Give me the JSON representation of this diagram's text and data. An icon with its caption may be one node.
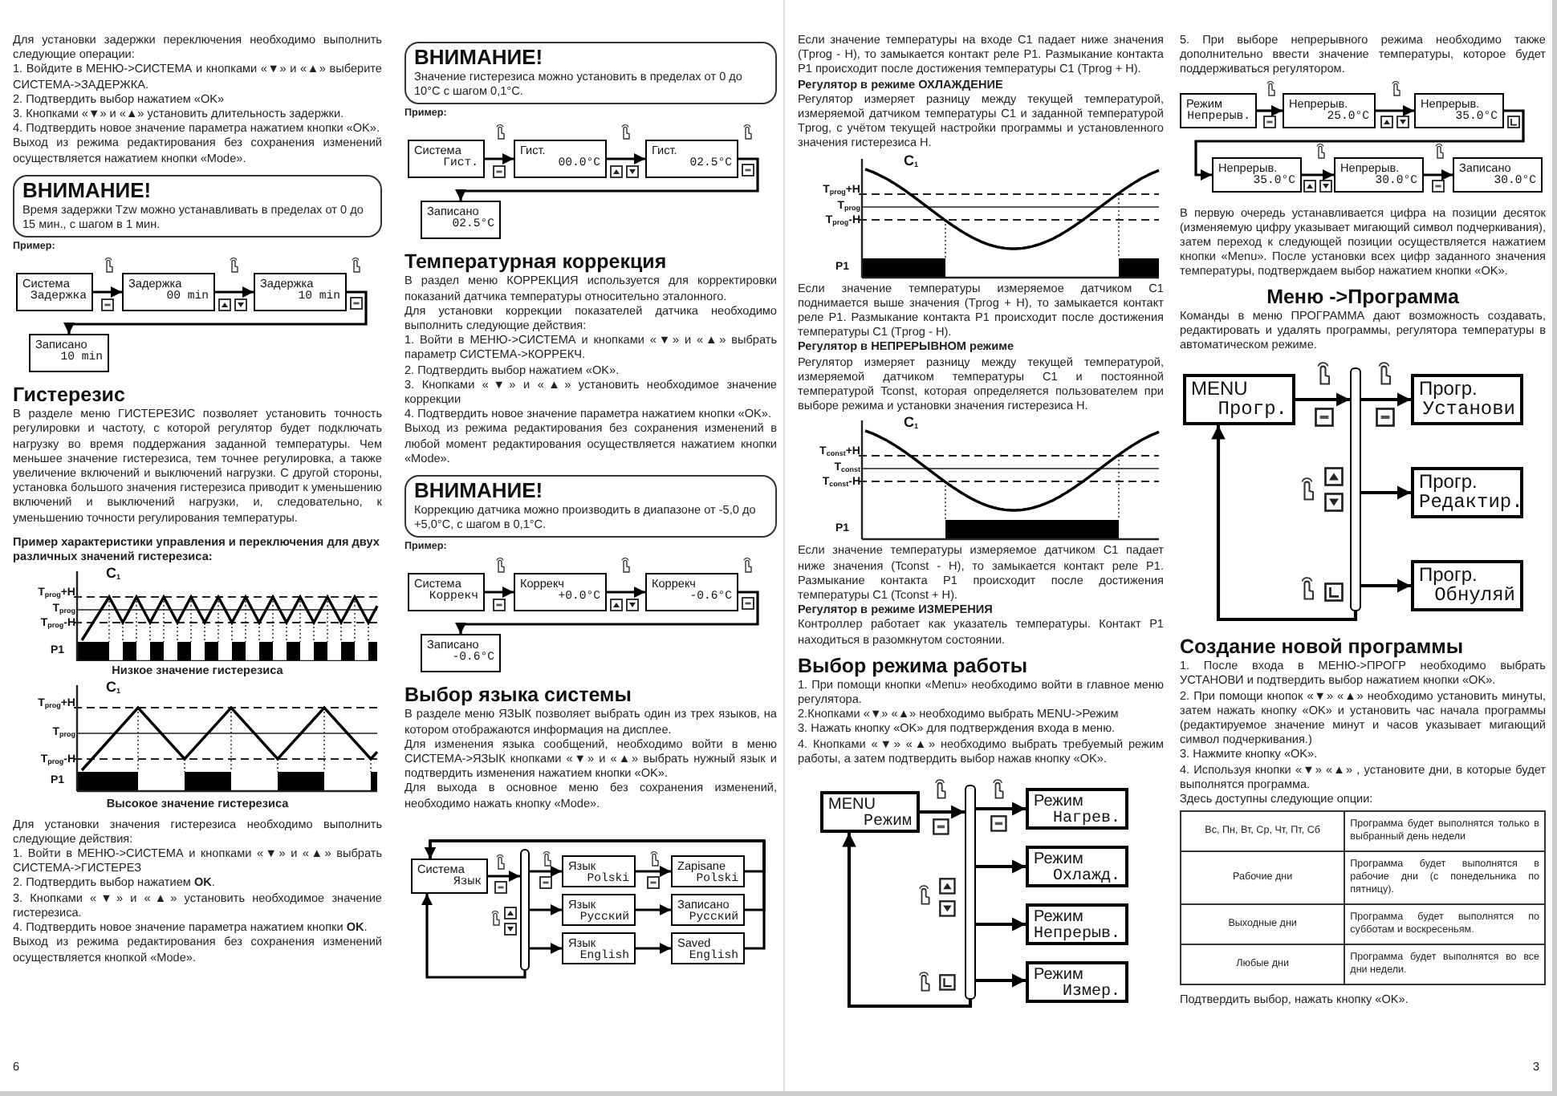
{
  "diagram": {
    "nodes": [
      {
        "text": [
          "ВНИМАНИЕ!",
          "Время задержки Tzw можно устанавливать в пределах от 0 до 15 мин., с шагом в 1 мин."
        ]
      },
      {
        "text": [
          "Система",
          "Задержка"
        ]
      },
      {
        "text": [
          "Задержка",
          "00 min"
        ]
      },
      {
        "text": [
          "Задержка",
          "10 min"
        ]
      },
      {
        "text": [
          "Записано",
          "10 min"
        ]
      },
      {
        "text": [
          "ВНИМАНИЕ!",
          "Значение гистерезиса можно установить в пределах от 0 до 10°C с шагом 0,1°C."
        ]
      },
      {
        "text": [
          "Система",
          "Гист."
        ]
      },
      {
        "text": [
          "Гист.",
          "00.0°C"
        ]
      },
      {
        "text": [
          "Гист.",
          "02.5°C"
        ]
      },
      {
        "text": [
          "Записано",
          "02.5°C"
        ]
      },
      {
        "text": [
          "ВНИМАНИЕ!",
          "Коррекцию датчика можно производить в диапазоне от -5,0 до +5,0°C, с шагом в 0,1°C."
        ]
      },
      {
        "text": [
          "Система",
          "Коррекч"
        ]
      },
      {
        "text": [
          "Коррекч",
          "+0.0°C"
        ]
      },
      {
        "text": [
          "Коррекч",
          "-0.6°C"
        ]
      },
      {
        "text": [
          "Записано",
          "-0.6°C"
        ]
      },
      {
        "text": [
          "Система",
          "Язык"
        ]
      },
      {
        "text": [],
        "shape": "bar"
      },
      {
        "text": [
          "Язык",
          "Polski"
        ]
      },
      {
        "text": [
          "Zapisane",
          "Polski"
        ]
      },
      {
        "text": [
          "Язык",
          "Русский"
        ]
      },
      {
        "text": [
          "Записано",
          "Русский"
        ]
      },
      {
        "text": [
          "Язык",
          "English"
        ]
      },
      {
        "text": [
          "Saved",
          "English"
        ]
      },
      {
        "text": [
          "MENU",
          "Режим"
        ]
      },
      {
        "text": [],
        "shape": "bar"
      },
      {
        "text": [
          "Режим",
          "Нагрев."
        ]
      },
      {
        "text": [
          "Режим",
          "Охлажд."
        ]
      },
      {
        "text": [
          "Режим",
          "Непрерыв."
        ]
      },
      {
        "text": [
          "Режим",
          "Измер."
        ]
      },
      {
        "text": [
          "Режим",
          "Непрерыв."
        ]
      },
      {
        "text": [
          "Непрерыв.",
          "25.0°C"
        ]
      },
      {
        "text": [
          "Непрерыв.",
          "35.0°C"
        ]
      },
      {
        "text": [
          "Непрерыв.",
          "35.0°C"
        ]
      },
      {
        "text": [
          "Непрерыв.",
          "30.0°C"
        ]
      },
      {
        "text": [
          "Записано",
          "30.0°C"
        ]
      },
      {
        "text": [
          "MENU",
          "Прогр."
        ]
      },
      {
        "text": [],
        "shape": "bar"
      },
      {
        "text": [
          "Прогр.",
          "Установи"
        ]
      },
      {
        "text": [
          "Прогр.",
          "Редактир."
        ]
      },
      {
        "text": [
          "Прогр.",
          "Обнуляй"
        ]
      }
    ],
    "edges": [
      {
        "from": 1,
        "to": 2,
        "arrow": "to"
      },
      {
        "from": 2,
        "to": 3,
        "arrow": "to"
      },
      {
        "from": 3,
        "to": 4,
        "arrow": "to"
      },
      {
        "from": 6,
        "to": 7,
        "arrow": "to"
      },
      {
        "from": 7,
        "to": 8,
        "arrow": "to"
      },
      {
        "from": 8,
        "to": 9,
        "arrow": "to"
      },
      {
        "from": 11,
        "to": 12,
        "arrow": "to"
      },
      {
        "from": 12,
        "to": 13,
        "arrow": "to"
      },
      {
        "from": 13,
        "to": 14,
        "arrow": "to"
      },
      {
        "from": 15,
        "to": 16,
        "arrow": "to"
      },
      {
        "from": 16,
        "to": 17,
        "arrow": "to"
      },
      {
        "from": 16,
        "to": 19,
        "arrow": "to"
      },
      {
        "from": 16,
        "to": 21,
        "arrow": "to"
      },
      {
        "from": 17,
        "to": 18,
        "arrow": "to"
      },
      {
        "from": 19,
        "to": 20,
        "arrow": "to"
      },
      {
        "from": 21,
        "to": 22,
        "arrow": "to"
      },
      {
        "from": 18,
        "to": 15,
        "arrow": "to"
      },
      {
        "from": 20,
        "to": 15,
        "arrow": "to"
      },
      {
        "from": 22,
        "to": 15,
        "arrow": "to"
      },
      {
        "from": 16,
        "to": 15,
        "arrow": "to"
      },
      {
        "from": 23,
        "to": 24,
        "arrow": "to"
      },
      {
        "from": 24,
        "to": 25,
        "arrow": "to"
      },
      {
        "from": 24,
        "to": 26,
        "arrow": "to"
      },
      {
        "from": 24,
        "to": 27,
        "arrow": "to"
      },
      {
        "from": 24,
        "to": 28,
        "arrow": "to"
      },
      {
        "from": 24,
        "to": 23,
        "arrow": "to"
      },
      {
        "from": 29,
        "to": 30,
        "arrow": "to"
      },
      {
        "from": 30,
        "to": 31,
        "arrow": "to"
      },
      {
        "from": 31,
        "to": 32,
        "arrow": "to"
      },
      {
        "from": 32,
        "to": 33,
        "arrow": "to"
      },
      {
        "from": 33,
        "to": 34,
        "arrow": "to"
      },
      {
        "from": 35,
        "to": 36,
        "arrow": "to"
      },
      {
        "from": 36,
        "to": 37,
        "arrow": "to"
      },
      {
        "from": 36,
        "to": 38,
        "arrow": "to"
      },
      {
        "from": 36,
        "to": 39,
        "arrow": "to"
      },
      {
        "from": 36,
        "to": 35,
        "arrow": "to"
      }
    ],
    "labels": [
      "Для установки задержки переключения необходимо выполнить следующие операции:",
      "1. Войдите в МЕНЮ->СИСТЕМА и кнопками «▼» и «▲» выберите СИСТЕМА->ЗАДЕРЖКА.",
      "2. Подтвердить выбор нажатием «OK»",
      "3. Кнопками «▼» и «▲» установить длительность задержки.",
      "4. Подтвердить новое значение параметра нажатием кнопки «OK».",
      "Выход из режима редактирования без сохранения изменений осуществляется нажатием кнопки «Mode».",
      "Пример:",
      "Гистерезис",
      "В разделе меню ГИСТЕРЕЗИС позволяет установить точность регулировки и частоту, с которой регулятор будет подключать нагрузку во время поддержания заданной температуры. Чем меньшее значение гистерезиса, тем точнее регулировка, а также увеличение включений и выключений нагрузки. С другой стороны, установка большого значения гистерезиса приводит к уменьшению включений и выключений нагрузки, и, следовательно, к уменьшению точности регулирования температуры.",
      "Пример характеристики управления и переключения для двух различных значений гистерезиса:",
      "C$_{1}$",
      "T$_{prog}$+H",
      "T$_{prog}$",
      "T$_{prog}$-H",
      "P1",
      "Низкое значение гистерезиса",
      "C$_{1}$",
      "T$_{prog}$+H",
      "T$_{prog}$",
      "T$_{prog}$-H",
      "P1",
      "Высокое значение гистерезиса",
      "Для установки значения гистерезиса необходимо выполнить следующие действия:",
      "1. Войти в МЕНЮ->СИСТЕМА и кнопками «▼» и «▲» выбрать СИСТЕМА->ГИСТЕРЕЗ",
      "2. Подтвердить выбор нажатием **OK**.",
      "3. Кнопками «▼» и «▲» установить необходимое значение гистерезиса.",
      "4. Подтвердить новое значение параметра нажатием кнопки **OK**.",
      "Выход из режима редактирования без сохранения изменений осуществляется кнопкой «Mode».",
      "6",
      "Пример:",
      "Температурная коррекция",
      "В раздел меню КОРРЕКЦИЯ используется для корректировки показаний датчика температуры относительно эталонного.",
      "Для установки коррекции показателей датчика необходимо выполнить следующие действия:",
      "1. Войти в МЕНЮ->СИСТЕМА и кнопками «▼» и «▲» выбрать параметр СИСТЕМА->КОРРЕКЧ.",
      "2. Подтвердить выбор нажатием «OK».",
      "3. Кнопками «▼» и «▲» установить необходимое значение коррекции",
      "4. Подтвердить новое значение параметра нажатием кнопки «OK».",
      "Выход из режима редактирования без сохранения изменений в любой момент редактирования осуществляется нажатием кнопки «Mode».",
      "Пример:",
      "Выбор языка системы",
      "В разделе меню ЯЗЫК позволяет выбрать один из трех языков, на котором отображаются информация на дисплее.",
      "Для изменения языка сообщений, необходимо войти в меню СИСТЕМА->ЯЗЫК кнопками «▼» и «▲» выбрать нужный язык и подтвердить изменения нажатием кнопки «OK».",
      "Для выхода в основное меню без сохранения изменений, необходимо нажать кнопку «Mode».",
      "Если значение температуры на входе C1 падает ниже значения (Tprog - H), то замыкается контакт реле P1. Размыкание контакта P1 происходит после достижения температуры C1 (Tprog + H).",
      "Регулятор в режиме ОХЛАЖДЕНИЕ",
      "Регулятор измеряет разницу между текущей температурой, измеряемой датчиком температуры C1 и заданной температурой Tprog, с учётом текущей настройки программы и установленного значения гистерезиса H.",
      "C$_{1}$",
      "T$_{prog}$+H",
      "T$_{prog}$",
      "T$_{prog}$-H",
      "P1",
      "Если значение температуры измеряемое датчиком C1 поднимается выше значения (Tprog + H), то замыкается контакт реле P1. Размыкание контакта P1 происходит после достижения температуры C1 (Tprog - H).",
      "Регулятор в НЕПРЕРЫВНОМ режиме",
      "Регулятор измеряет разницу между текущей температурой, измеряемой датчиком температуры C1 и постоянной температурой Tconst, которая определяется пользователем при выборе режима и установки значения гистерезиса H.",
      "C$_{1}$",
      "T$_{const}$+H",
      "T$_{const}$",
      "T$_{const}$-H",
      "P1",
      "Если значение температуры измеряемое датчиком C1 падает ниже значения (Tconst - H), то замыкается контакт реле P1. Размыкание контакта P1 происходит после достижения температуры C1 (Tconst + H).",
      "Регулятор в режиме ИЗМЕРЕНИЯ",
      "Контроллер работает как указатель температуры. Контакт P1 находиться в разомкнутом состоянии.",
      "Выбор режима работы",
      "1. При помощи кнопки «Menu» необходимо войти в главное меню регулятора.",
      "2.Кнопками «▼» «▲» необходимо выбрать MENU->Режим",
      "3. Нажать кнопку «OK» для подтверждения входа в меню.",
      "4. Кнопками «▼» «▲» необходимо выбрать требуемый режим работы, а затем подтвердить выбор нажав кнопку «OK».",
      "5. При выборе непрерывного режима необходимо также дополнительно ввести значение температуры, которое будет поддерживаться регулятором.",
      "В первую очередь устанавливается цифра на позиции десяток (изменяемую цифру указывает мигающий символ подчеркивания), затем переход к следующей позиции осуществляется нажатием кнопки «Menu». После установки всех цифр заданного значения температуры, подтверждаем выбор нажатием кнопки «OK».",
      "Меню ->Программа",
      "Команды в меню ПРОГРАММА дают возможность создавать, редактировать и удалять программы, регулятора температуры в автоматическом режиме.",
      "Создание новой программы",
      "1. После входа в МЕНЮ->ПРОГР необходимо выбрать УСТАНОВИ и подтвердить выбор нажатием кнопки «OK».",
      "2. При помощи кнопок «▼» «▲» необходимо установить минуты, затем нажать кнопку «OK» и установить час начала программы (редактируемое значение минут и часов указывает мигающий символ подчеркивания.)",
      "3. Нажмите кнопку «OK».",
      "4. Используя кнопки «▼» «▲» , установите дни, в которые будет выполнятся программа.",
      "Здесь доступны следующие опции:",
      "Вс, Пн, Вт, Ср, Чт, Пт, Сб",
      "Программа будет выполнятся только в выбранный день недели",
      "Рабочие дни",
      "Программа будет выполнятся в рабочие дни (с понедельника по пятницу).",
      "Выходные дни",
      "Программа будет выполнятся по субботам и воскресеньям.",
      "Любые дни",
      "Программа будет выполнятся во все дни недели.",
      "Подтвердить выбор, нажать кнопку «OK».",
      "3"
    ]
  }
}
